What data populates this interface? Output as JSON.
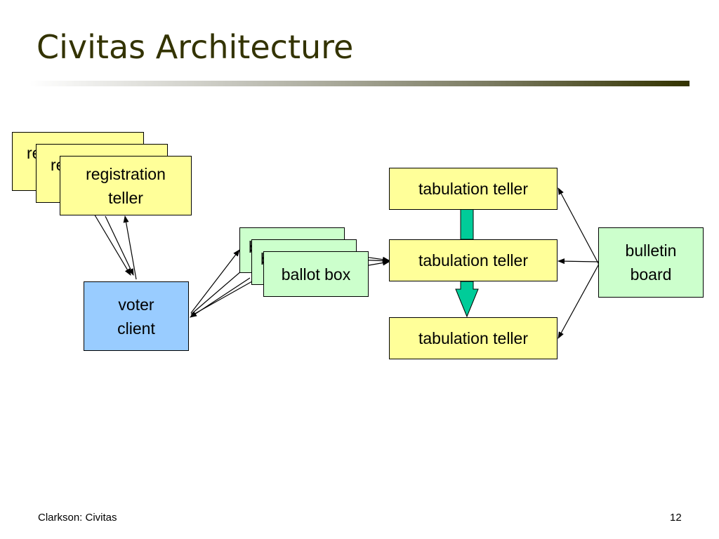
{
  "slide": {
    "title": "Civitas Architecture",
    "footer_left": "Clarkson:  Civitas",
    "page_number": "12"
  },
  "diagram": {
    "registration_teller_back_label": "re",
    "registration_teller_mid_label": "re",
    "registration_teller_label": "registration\nteller",
    "voter_client_label": "voter\nclient",
    "ballot_box_back_label": "b",
    "ballot_box_mid_label": "b",
    "ballot_box_label": "ballot box",
    "tabulation_teller_top_label": "tabulation teller",
    "tabulation_teller_mid_label": "tabulation teller",
    "tabulation_teller_bottom_label": "tabulation teller",
    "bulletin_board_label": "bulletin\nboard",
    "colors": {
      "teller": "#ffff99",
      "ballot_box": "#ccffcc",
      "voter_client": "#99ccff",
      "bulletin_board": "#ccffcc",
      "flow_arrow": "#00cc99",
      "title": "#333300"
    }
  }
}
